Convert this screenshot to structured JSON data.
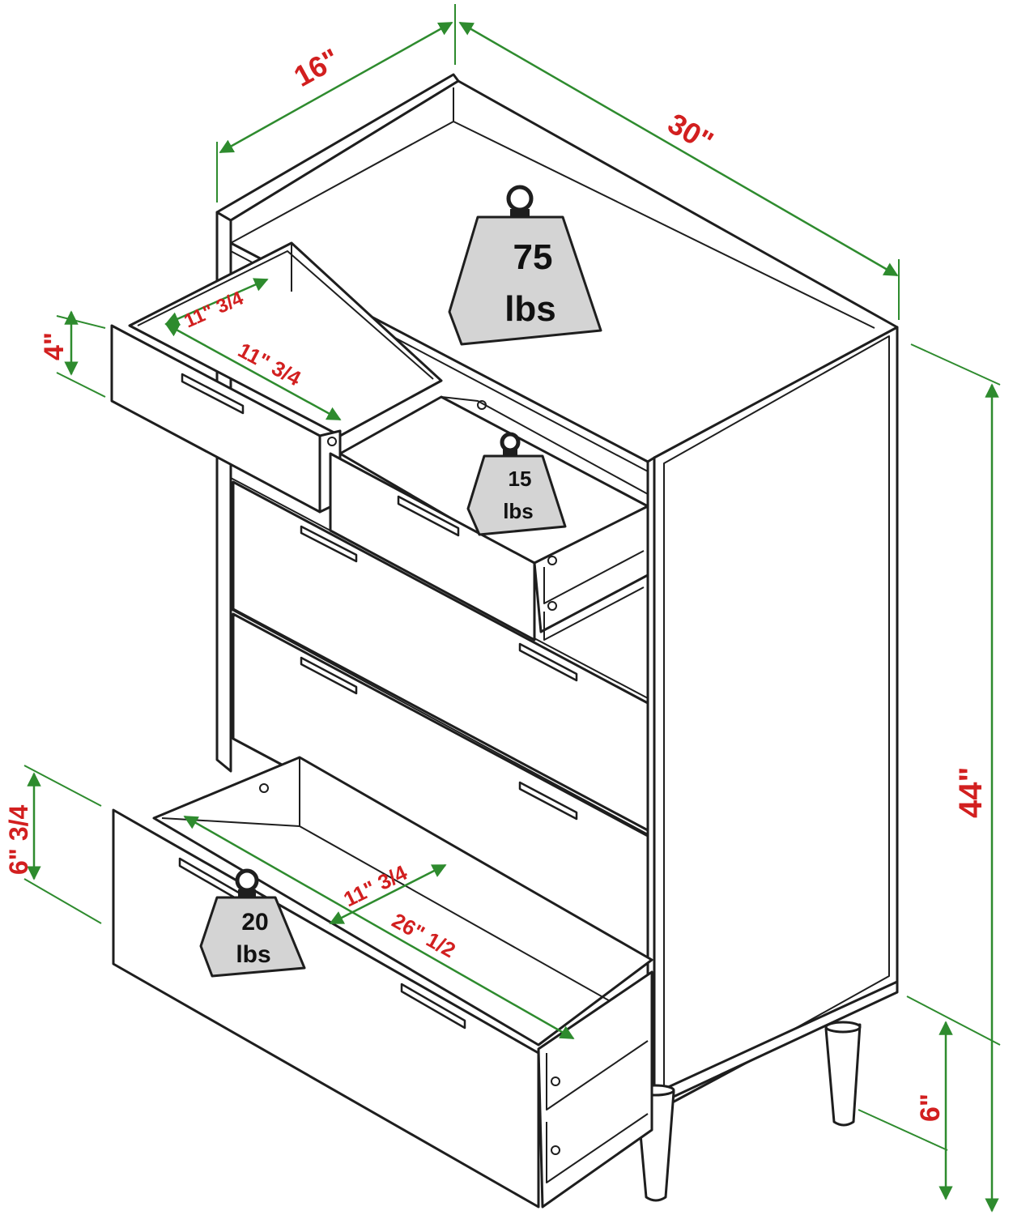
{
  "dimensions": {
    "depth": "16\"",
    "width": "30\"",
    "height": "44\"",
    "leg_height": "6\"",
    "small_drawer_height": "4\"",
    "small_drawer_depth": "11\" 3/4",
    "small_drawer_width": "11\" 3/4",
    "large_drawer_height": "6\" 3/4",
    "large_drawer_depth": "11\" 3/4",
    "large_drawer_width": "26\" 1/2"
  },
  "weights": {
    "top": {
      "value": "75",
      "unit": "lbs"
    },
    "small_drawer": {
      "value": "15",
      "unit": "lbs"
    },
    "large_drawer": {
      "value": "20",
      "unit": "lbs"
    }
  },
  "colors": {
    "dimension_line": "#2e8b2e",
    "dimension_text": "#d21f1f",
    "outline": "#1e1e1e",
    "weight_fill": "#d4d4d4"
  }
}
